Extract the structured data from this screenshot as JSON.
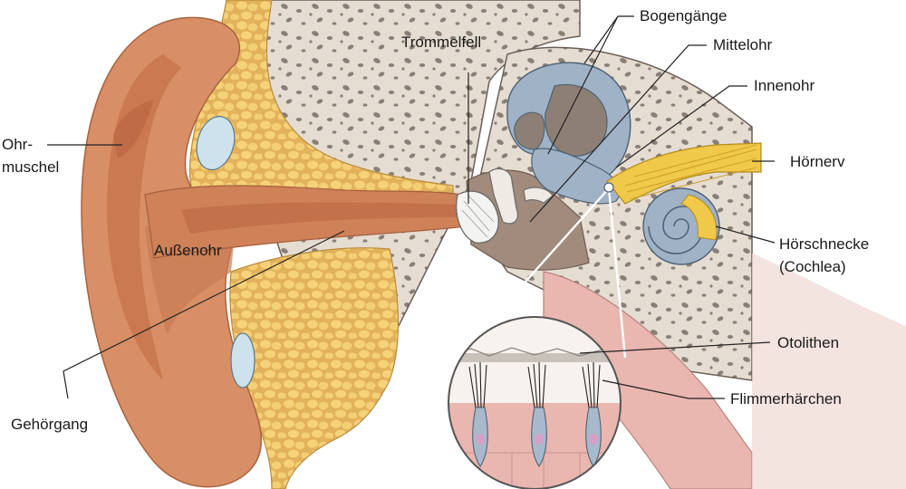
{
  "labels": {
    "ohrmuschel_1": "Ohr-",
    "ohrmuschel_2": "muschel",
    "aussenohr": "Außenohr",
    "gehoergang": "Gehörgang",
    "trommelfell": "Trommelfell",
    "bogengaenge": "Bogengänge",
    "mittelohr": "Mittelohr",
    "innenohr": "Innenohr",
    "hoernerv": "Hörnerv",
    "hoerschnecke_1": "Hörschnecke",
    "hoerschnecke_2": "(Cochlea)",
    "otolithen": "Otolithen",
    "flimmerhaerchen": "Flimmerhärchen"
  },
  "colors": {
    "skin": "#d98f66",
    "skin_dark": "#c4714a",
    "bone": "#e6ddd2",
    "bone_spots": "#8a7f77",
    "fat": "#f1c96a",
    "inner_ear": "#9fb2c6",
    "nerve": "#f0c84a",
    "canal": "#c97a52",
    "cavity": "#a08b7d",
    "cell": "#a9b9cc",
    "tissue": "#e9b7b0"
  }
}
